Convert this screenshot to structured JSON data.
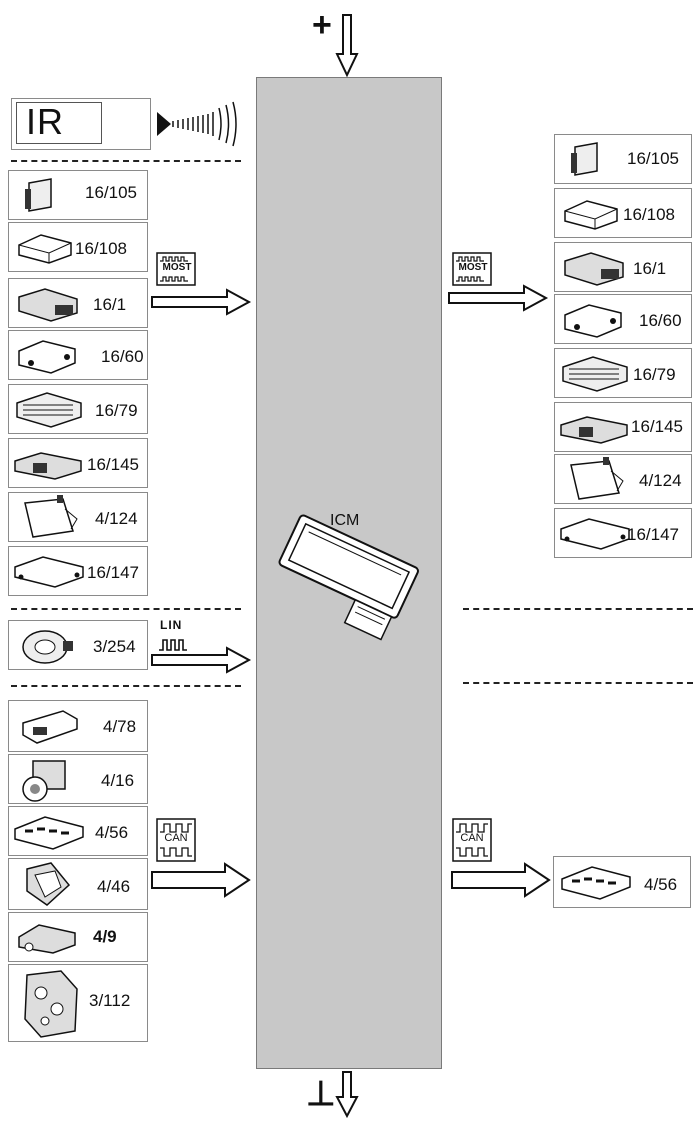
{
  "title": "ICM",
  "ir": {
    "label": "IR"
  },
  "left_groups": {
    "most": [
      "16/105",
      "16/108",
      "16/1",
      "16/60",
      "16/79",
      "16/145",
      "4/124",
      "16/147"
    ],
    "lin": [
      "3/254"
    ],
    "can": [
      "4/78",
      "4/16",
      "4/56",
      "4/46",
      "4/9",
      "3/112"
    ]
  },
  "right_groups": {
    "most": [
      "16/105",
      "16/108",
      "16/1",
      "16/60",
      "16/79",
      "16/145",
      "4/124",
      "16/147"
    ],
    "can": [
      "4/56"
    ]
  },
  "bus_labels": {
    "most": "MOST",
    "lin": "LIN",
    "can": "CAN"
  },
  "power": {
    "plus": "+",
    "ground": "⊥"
  },
  "colors": {
    "icm_fill": "#c8c8c8",
    "line": "#111111",
    "box_border": "#8a8a8a"
  },
  "icons": {
    "ir_emitter": "ir-beam-icon",
    "bus_most": "most-bus-icon",
    "bus_lin": "lin-bus-icon",
    "bus_can": "can-bus-icon",
    "arrow": "hollow-arrow-icon"
  }
}
